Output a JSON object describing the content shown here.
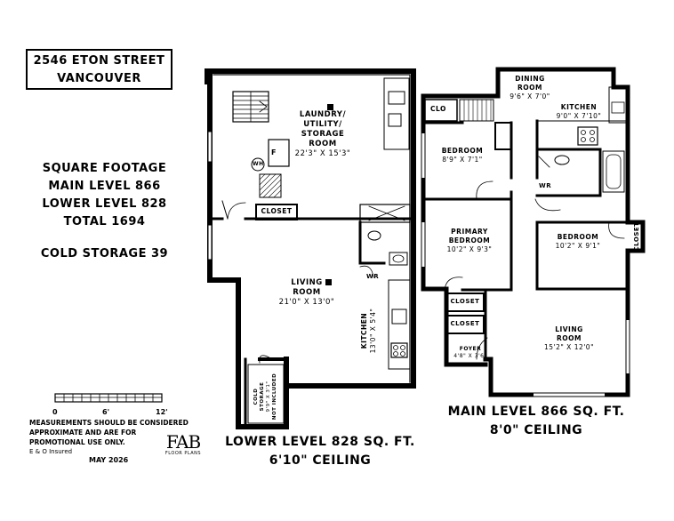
{
  "address": {
    "line1": "2546 ETON STREET",
    "line2": "VANCOUVER"
  },
  "square_footage": {
    "heading": "SQUARE FOOTAGE",
    "main": "MAIN LEVEL 866",
    "lower": "LOWER LEVEL 828",
    "total": "TOTAL 1694",
    "cold": "COLD STORAGE 39"
  },
  "scale": {
    "zero": "0",
    "six": "6'",
    "twelve": "12'"
  },
  "notes": {
    "line1": "MEASUREMENTS SHOULD BE CONSIDERED",
    "line2": "APPROXIMATE AND ARE FOR",
    "line3": "PROMOTIONAL USE ONLY.",
    "line4": "E & O Insured"
  },
  "date": "MAY 2026",
  "logo": {
    "brand": "FAB",
    "tag": "FLOOR PLANS"
  },
  "lower_level": {
    "caption1": "LOWER LEVEL 828 SQ. FT.",
    "caption2": "6'10\" CEILING",
    "rooms": {
      "laundry_name1": "LAUNDRY/",
      "laundry_name2": "UTILITY/",
      "laundry_name3": "STORAGE",
      "laundry_name4": "ROOM",
      "laundry_dim": "22'3\" X 15'3\"",
      "closet": "CLOSET",
      "living_name1": "LIVING",
      "living_name2": "ROOM",
      "living_dim": "21'0\" X 13'0\"",
      "wr": "WR",
      "kitchen_name": "KITCHEN",
      "kitchen_dim": "13'0\" X 5'4\"",
      "cold1": "COLD",
      "cold2": "STORAGE",
      "cold3": "9'9\" X 3'1\"",
      "cold4": "NOT INCLUDED",
      "furnace": "F",
      "water_heater": "WH"
    }
  },
  "main_level": {
    "caption1": "MAIN LEVEL 866 SQ. FT.",
    "caption2": "8'0\" CEILING",
    "rooms": {
      "dining_name": "DINING",
      "dining_name2": "ROOM",
      "dining_dim": "9'6\" X 7'0\"",
      "kitchen_name": "KITCHEN",
      "kitchen_dim": "9'0\" X 7'10\"",
      "clo": "CLO",
      "bed1_name": "BEDROOM",
      "bed1_dim": "8'9\" X 7'1\"",
      "wr": "WR",
      "primary_name1": "PRIMARY",
      "primary_name2": "BEDROOM",
      "primary_dim": "10'2\" X 9'3\"",
      "bed2_name": "BEDROOM",
      "bed2_dim": "10'2\" X 9'1\"",
      "closet_right": "CLOSET",
      "closet1": "CLOSET",
      "closet2": "CLOSET",
      "living_name1": "LIVING",
      "living_name2": "ROOM",
      "living_dim": "15'2\" X 12'0\"",
      "foyer_name": "FOYER",
      "foyer_dim": "4'8\" X 3'6\""
    }
  }
}
